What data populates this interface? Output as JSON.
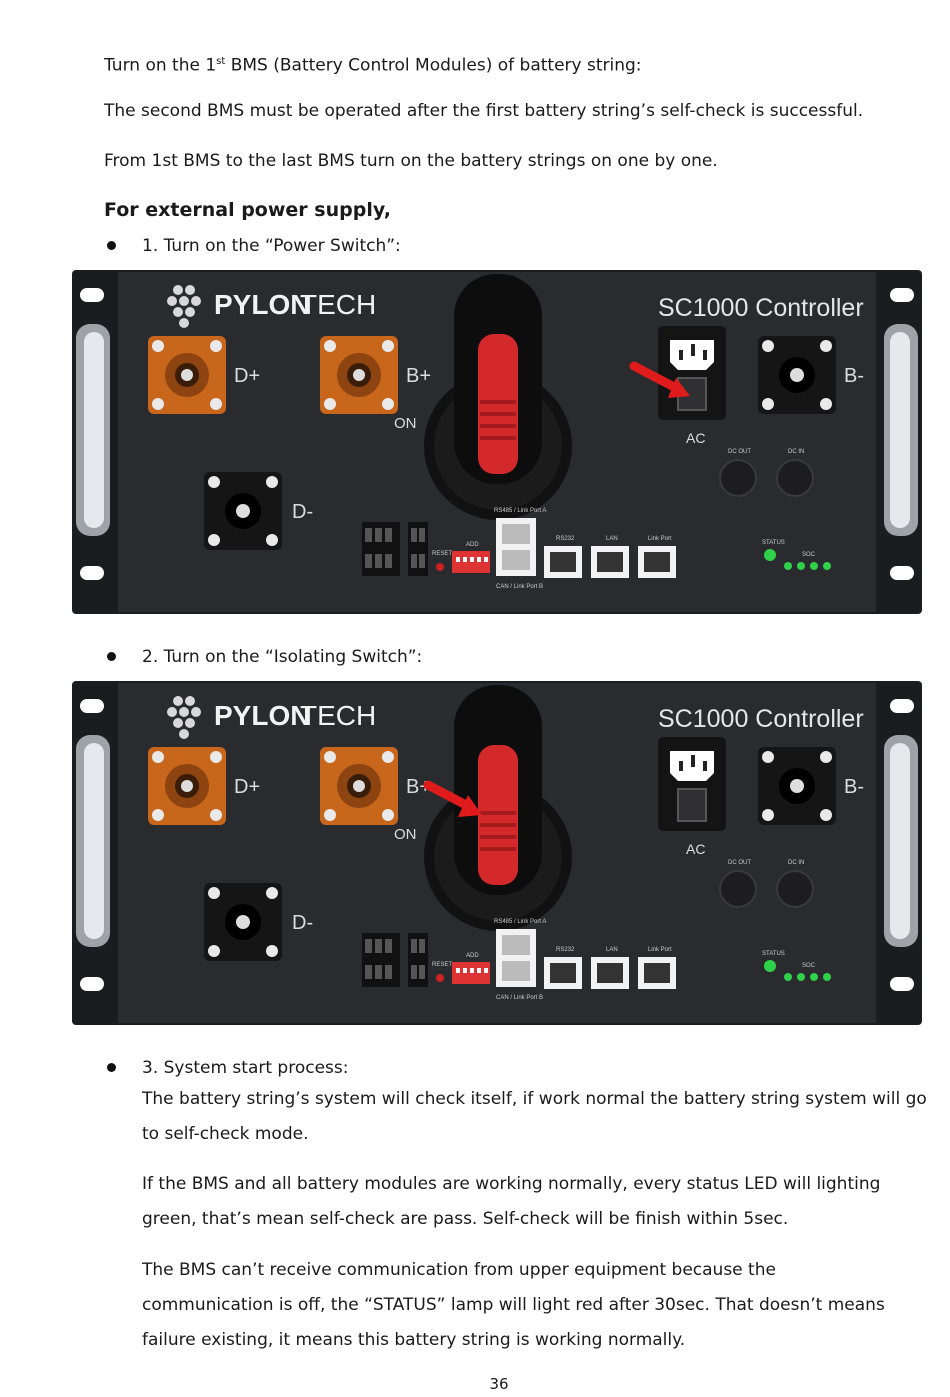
{
  "intro": {
    "line1_pre": "Turn on the 1",
    "line1_sup": "st",
    "line1_post": " BMS (Battery Control Modules) of battery string:",
    "line2": "The second BMS must be operated after the first battery string’s self-check is successful.",
    "line3": "From 1st BMS to the last BMS turn on the battery strings on one by one."
  },
  "section_heading": "For external power supply,",
  "steps": [
    {
      "label": "1. Turn on the “Power Switch”:"
    },
    {
      "label": "2. Turn on the “Isolating Switch”:"
    },
    {
      "label": "3. System start process:"
    }
  ],
  "step3_paragraphs": {
    "p1_l1": "The battery string’s system will check itself, if work normal the battery string system will go",
    "p1_l2": "to self-check mode.",
    "p2_l1": "If the BMS and all battery modules are working normally, every status LED will lighting",
    "p2_l2": "green, that’s mean self-check are pass. Self-check will be finish within 5sec.",
    "p3_l1": "The BMS can’t receive communication from upper equipment because the",
    "p3_l2": "communication is off, the “STATUS” lamp will light red after 30sec. That doesn’t means",
    "p3_l3": "failure existing, it means this battery string is working normally."
  },
  "device": {
    "brand_bold": "PYLON",
    "brand_light": "TECH",
    "model": "SC1000 Controller",
    "d_plus": "D+",
    "b_plus": "B+",
    "b_minus": "B-",
    "d_minus": "D-",
    "on": "ON",
    "ac": "AC",
    "dc_out": "DC OUT",
    "dc_in": "DC IN",
    "rs485": "RS485 / Link Port A",
    "can": "CAN / Link Port B",
    "rs232": "RS232",
    "lan": "LAN",
    "link_port": "Link Port",
    "status": "STATUS",
    "soc": "SOC",
    "reset": "RESET",
    "add": "ADD",
    "colors": {
      "chassis": "#26272b",
      "handle": "#d33",
      "terminal": "#c8661c",
      "led": "#2fd14b"
    }
  },
  "page_number": "36"
}
